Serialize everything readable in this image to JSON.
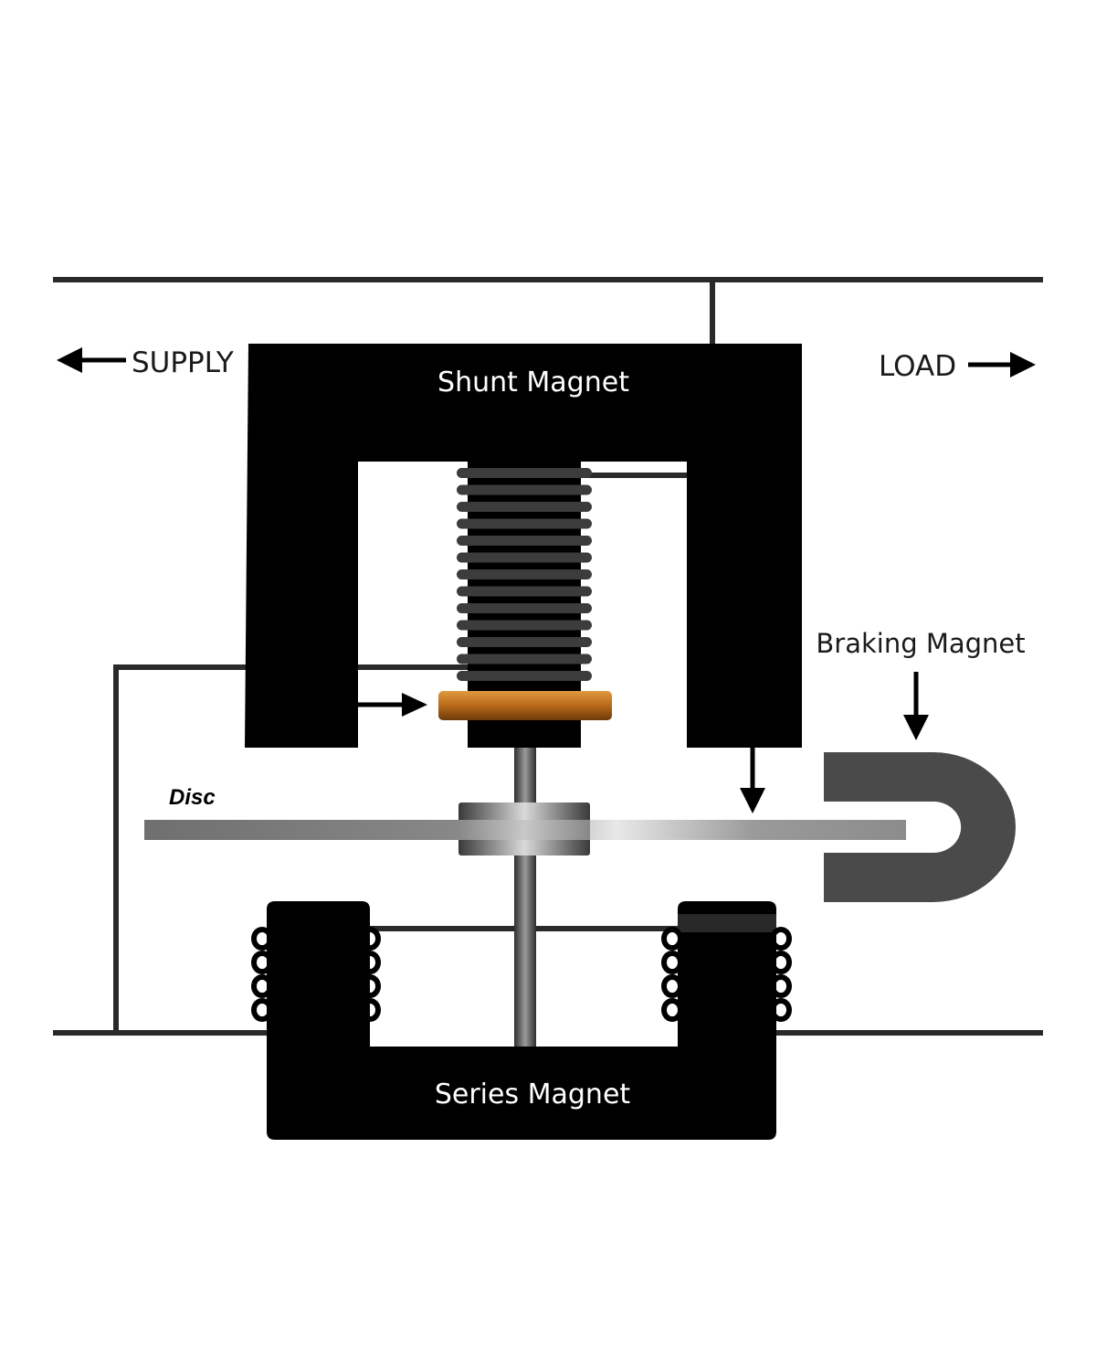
{
  "labels": {
    "supply": "SUPPLY",
    "load": "LOAD",
    "shunt_magnet": "Shunt Magnet",
    "braking_magnet": "Braking Magnet",
    "disc": "Disc",
    "series_magnet": "Series Magnet"
  },
  "colors": {
    "wire": "#2a2a2a",
    "core": "#000000",
    "coil": "#3a3a3a",
    "shading_ring": "#c0741e",
    "disc": "#7a7a7a",
    "braking_magnet": "#4a4a4a",
    "label_on_dark": "#ffffff",
    "label_on_light": "#1a1a1a"
  }
}
